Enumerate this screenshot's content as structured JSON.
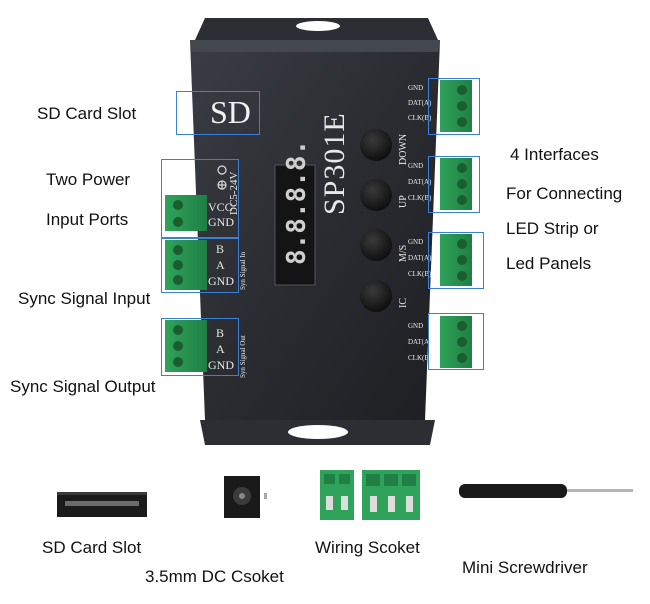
{
  "device": {
    "model": "SP301E",
    "sd_mark": "SD",
    "display_digits": "8.8.8.8.",
    "power_label": "DC5-24V",
    "vcc": "VCC",
    "gnd": "GND",
    "sig_b": "B",
    "sig_a": "A",
    "sync_in_small": "Syn Signal In",
    "sync_out_small": "Syn Signal Out",
    "buttons": [
      "DOWN",
      "UP",
      "M/S",
      "IC"
    ],
    "port_pins": [
      "GND",
      "DAT(A)",
      "CLK(B)"
    ]
  },
  "labels": {
    "sd_card_slot": "SD Card Slot",
    "two_power": "Two Power",
    "input_ports": "Input Ports",
    "sync_input": "Sync Signal Input",
    "sync_output": "Sync Signal Output",
    "interfaces_1": "4 Interfaces",
    "interfaces_2": "For Connecting",
    "interfaces_3": "LED Strip  or",
    "interfaces_4": "Led Panels"
  },
  "accessories": [
    {
      "label": "SD Card Slot"
    },
    {
      "label": "3.5mm DC Csoket"
    },
    {
      "label": "Wiring Scoket"
    },
    {
      "label": "Mini Screwdriver"
    }
  ]
}
